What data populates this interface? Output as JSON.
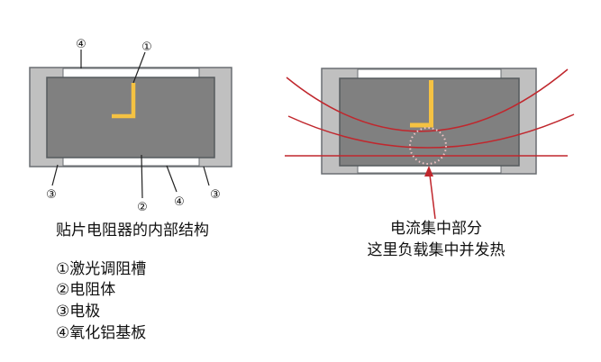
{
  "left": {
    "title": "贴片电阻器的内部结构",
    "markers": {
      "m1": "①",
      "m2": "②",
      "m3a": "③",
      "m3b": "③",
      "m4a": "④",
      "m4b": "④"
    },
    "legend": [
      "①激光调阻槽",
      "②电阻体",
      "③电极",
      "④氧化铝基板"
    ]
  },
  "right": {
    "caption_line1": "电流集中部分",
    "caption_line2": "这里负载集中并发热"
  },
  "colors": {
    "terminal": "#c0c0c0",
    "body": "#808080",
    "trim": "#f5c242",
    "current": "#c0272d"
  }
}
